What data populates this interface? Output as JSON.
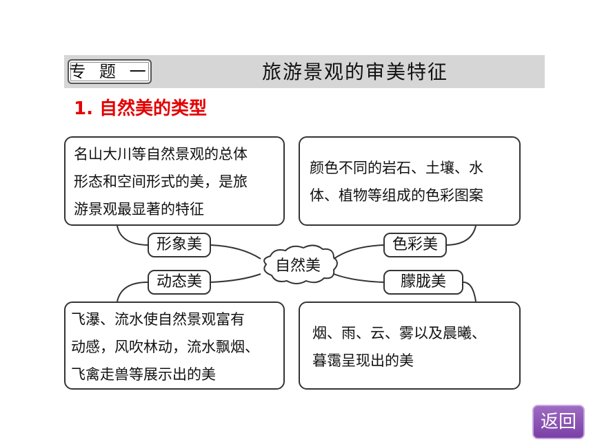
{
  "header": {
    "topic_tag": "专 题 一",
    "topic_title": "旅游景观的审美特征"
  },
  "section_title": "1. 自然美的类型",
  "diagram": {
    "center": "自然美",
    "labels": {
      "shape": "形象美",
      "color": "色彩美",
      "motion": "动态美",
      "haze": "朦胧美"
    },
    "boxes": {
      "top_left": [
        "名山大川等自然景观的总体",
        "形态和空间形式的美，是旅",
        "游景观最显著的特征"
      ],
      "top_right": [
        "颜色不同的岩石、土壤、水",
        "体、植物等组成的色彩图案"
      ],
      "bottom_left": [
        "飞瀑、流水使自然景观富有",
        "动感，风吹林动，流水飘烟、",
        "飞禽走兽等展示出的美"
      ],
      "bottom_right": [
        "烟、雨、云、雾以及晨曦、",
        "暮霭呈现出的美"
      ]
    }
  },
  "back_button": "返回"
}
